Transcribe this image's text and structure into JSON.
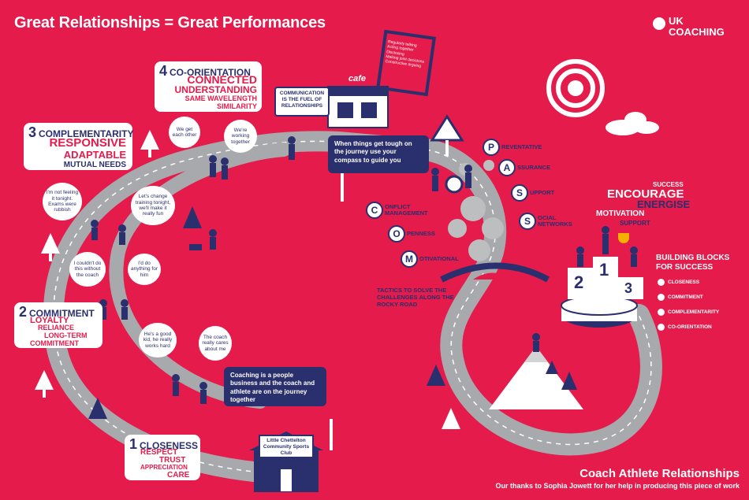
{
  "header": {
    "title": "Great Relationships = Great Performances",
    "logo_line1": "UK",
    "logo_line2": "COACHING"
  },
  "stages": {
    "closeness": {
      "number": "1",
      "heading": "CLOSENESS",
      "words": [
        "RESPECT",
        "TRUST",
        "APPRECIATION",
        "CARE"
      ]
    },
    "commitment": {
      "number": "2",
      "heading": "COMMITMENT",
      "words": [
        "LOYALTY",
        "RELIANCE",
        "LONG-TERM",
        "COMMITMENT"
      ]
    },
    "complementarity": {
      "number": "3",
      "heading": "COMPLEMENTARITY",
      "words": [
        "RESPONSIVE",
        "ADAPTABLE",
        "MUTUAL NEEDS"
      ]
    },
    "co_orientation": {
      "number": "4",
      "heading": "CO-ORIENTATION",
      "words": [
        "CONNECTED",
        "UNDERSTANDING",
        "SAME WAVELENGTH",
        "SIMILARITY"
      ]
    }
  },
  "bubbles": [
    "We get each other",
    "We're working together",
    "I'm not feeling it tonight. Exams were rubbish",
    "Let's change training tonight, we'll make it really fun",
    "I couldn't do this without the coach",
    "I'd do anything for him",
    "He's a good kid, he really works hard",
    "The coach really cares about me"
  ],
  "signs": {
    "communication": "COMMUNICATION IS THE FUEL OF RELATIONSHIPS",
    "cafe": "cafe",
    "checklist": [
      "Regularly talking",
      "Acting together",
      "Disclosing",
      "Making joint decisions",
      "Constructive arguing"
    ],
    "tough": "When things get tough on the journey use your compass to guide you",
    "coaching": "Coaching is a people business and the coach and athlete are on the journey together",
    "club": "Little Chettelton Community Sports Club",
    "tactics": "TACTICS TO SOLVE THE CHALLENGES ALONG THE ROCKY ROAD"
  },
  "prepares": [
    {
      "letter": "P",
      "label": "REVENTATIVE"
    },
    {
      "letter": "A",
      "label": "SSURANCE"
    },
    {
      "letter": "S",
      "label": "UPPORT"
    },
    {
      "letter": "S",
      "label": "OCIAL NETWORKS"
    }
  ],
  "com": [
    {
      "letter": "C",
      "label": "ONFLICT MANAGEMENT"
    },
    {
      "letter": "O",
      "label": "PENNESS"
    },
    {
      "letter": "M",
      "label": "OTIVATIONAL"
    }
  ],
  "podium": {
    "words": [
      "SUCCESS",
      "ENCOURAGE",
      "ENERGISE",
      "MOTIVATION",
      "SUPPORT"
    ],
    "places": [
      "2",
      "1",
      "3"
    ]
  },
  "building_blocks": {
    "title": "BUILDING BLOCKS FOR SUCCESS",
    "items": [
      "CLOSENESS",
      "COMMITMENT",
      "COMPLEMENTARITY",
      "CO-ORIENTATION"
    ]
  },
  "footer": {
    "title": "Coach Athlete Relationships",
    "thanks": "Our thanks to Sophia Jowett for her help in producing this piece of work"
  },
  "colors": {
    "background": "#e41b4b",
    "navy": "#2a2f6e",
    "road": "#a7a9ac",
    "white": "#ffffff"
  }
}
